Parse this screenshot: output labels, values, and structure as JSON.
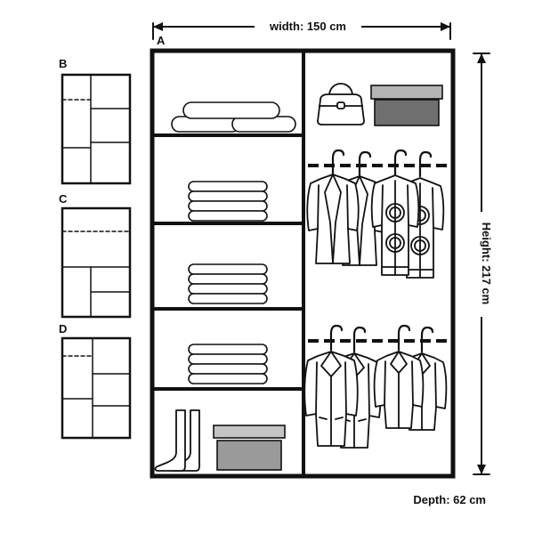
{
  "dimensions": {
    "width": "width: 150 cm",
    "height": "Height: 217 cm",
    "depth": "Depth: 62 cm"
  },
  "sections": {
    "main": "A",
    "thumb_b": "B",
    "thumb_c": "C",
    "thumb_d": "D"
  },
  "colors": {
    "outline": "#111111",
    "box_lid_light": "#c4c4c4",
    "box_lid": "#b5b5b5",
    "box_body_dark": "#6f6f6f",
    "box_body_light": "#9a9a9a"
  },
  "icons": {
    "duvets": "stacked-duvets-icon",
    "towels": "folded-towels-icon",
    "boots": "boots-icon",
    "shoe_box": "shoe-box-icon",
    "handbag": "handbag-icon",
    "storage_box": "storage-box-icon",
    "jacket": "jacket-icon",
    "cardigan": "cardigan-icon",
    "overcoat": "overcoat-icon",
    "coat": "coat-icon",
    "hanger": "hanger-hook-icon",
    "rail": "hanging-rail-dashed"
  }
}
